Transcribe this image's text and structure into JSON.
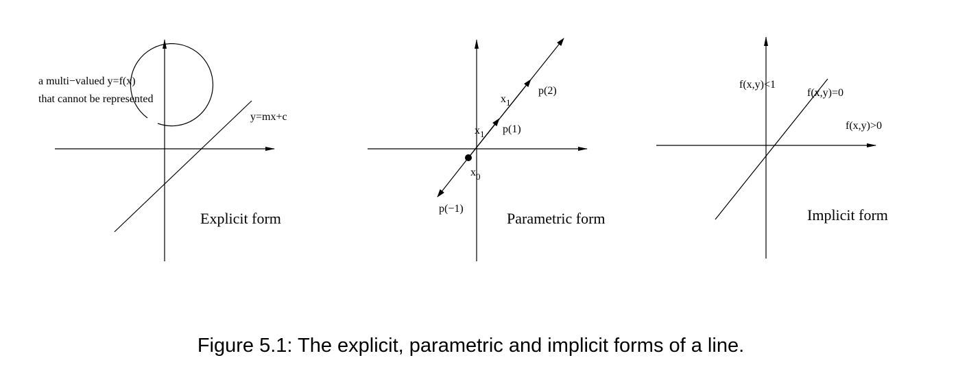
{
  "panels": {
    "explicit": {
      "title": "Explicit form",
      "note_line1": "a multi−valued y=f(x)",
      "note_line2": "that cannot be represented",
      "line_label": "y=mx+c"
    },
    "parametric": {
      "title": "Parametric form",
      "x1_upper": "x",
      "x1_upper_sub": "1",
      "x1_lower": "x",
      "x1_lower_sub": "1",
      "x0": "x",
      "x0_sub": "0",
      "p2": "p(2)",
      "p1": "p(1)",
      "pm1": "p(−1)"
    },
    "implicit": {
      "title": "Implicit form",
      "less": "f(x,y)<1",
      "equal": "f(x,y)=0",
      "greater": "f(x,y)>0"
    }
  },
  "caption": "Figure 5.1: The explicit, parametric and implicit forms of a line."
}
